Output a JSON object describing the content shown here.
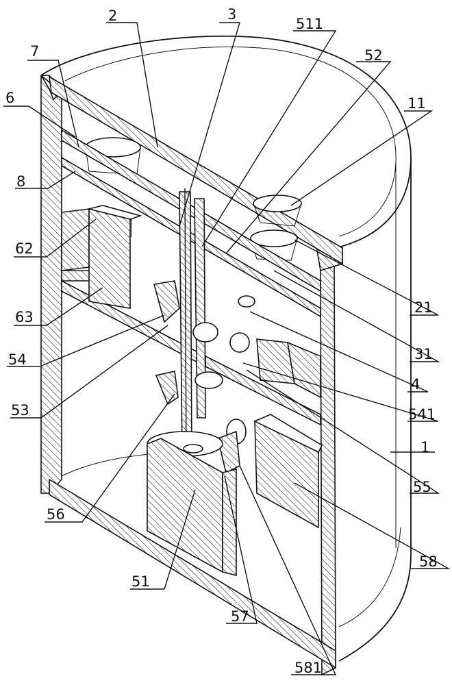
{
  "figure": {
    "labels": {
      "l2": "2",
      "l3": "3",
      "l511": "511",
      "l7": "7",
      "l52": "52",
      "l6": "6",
      "l11": "11",
      "l8": "8",
      "l62": "62",
      "l21": "21",
      "l63": "63",
      "l31": "31",
      "l54": "54",
      "l4": "4",
      "l541": "541",
      "l53": "53",
      "l1": "1",
      "l55": "55",
      "l56": "56",
      "l58": "58",
      "l51": "51",
      "l57": "57",
      "l581": "581"
    }
  }
}
